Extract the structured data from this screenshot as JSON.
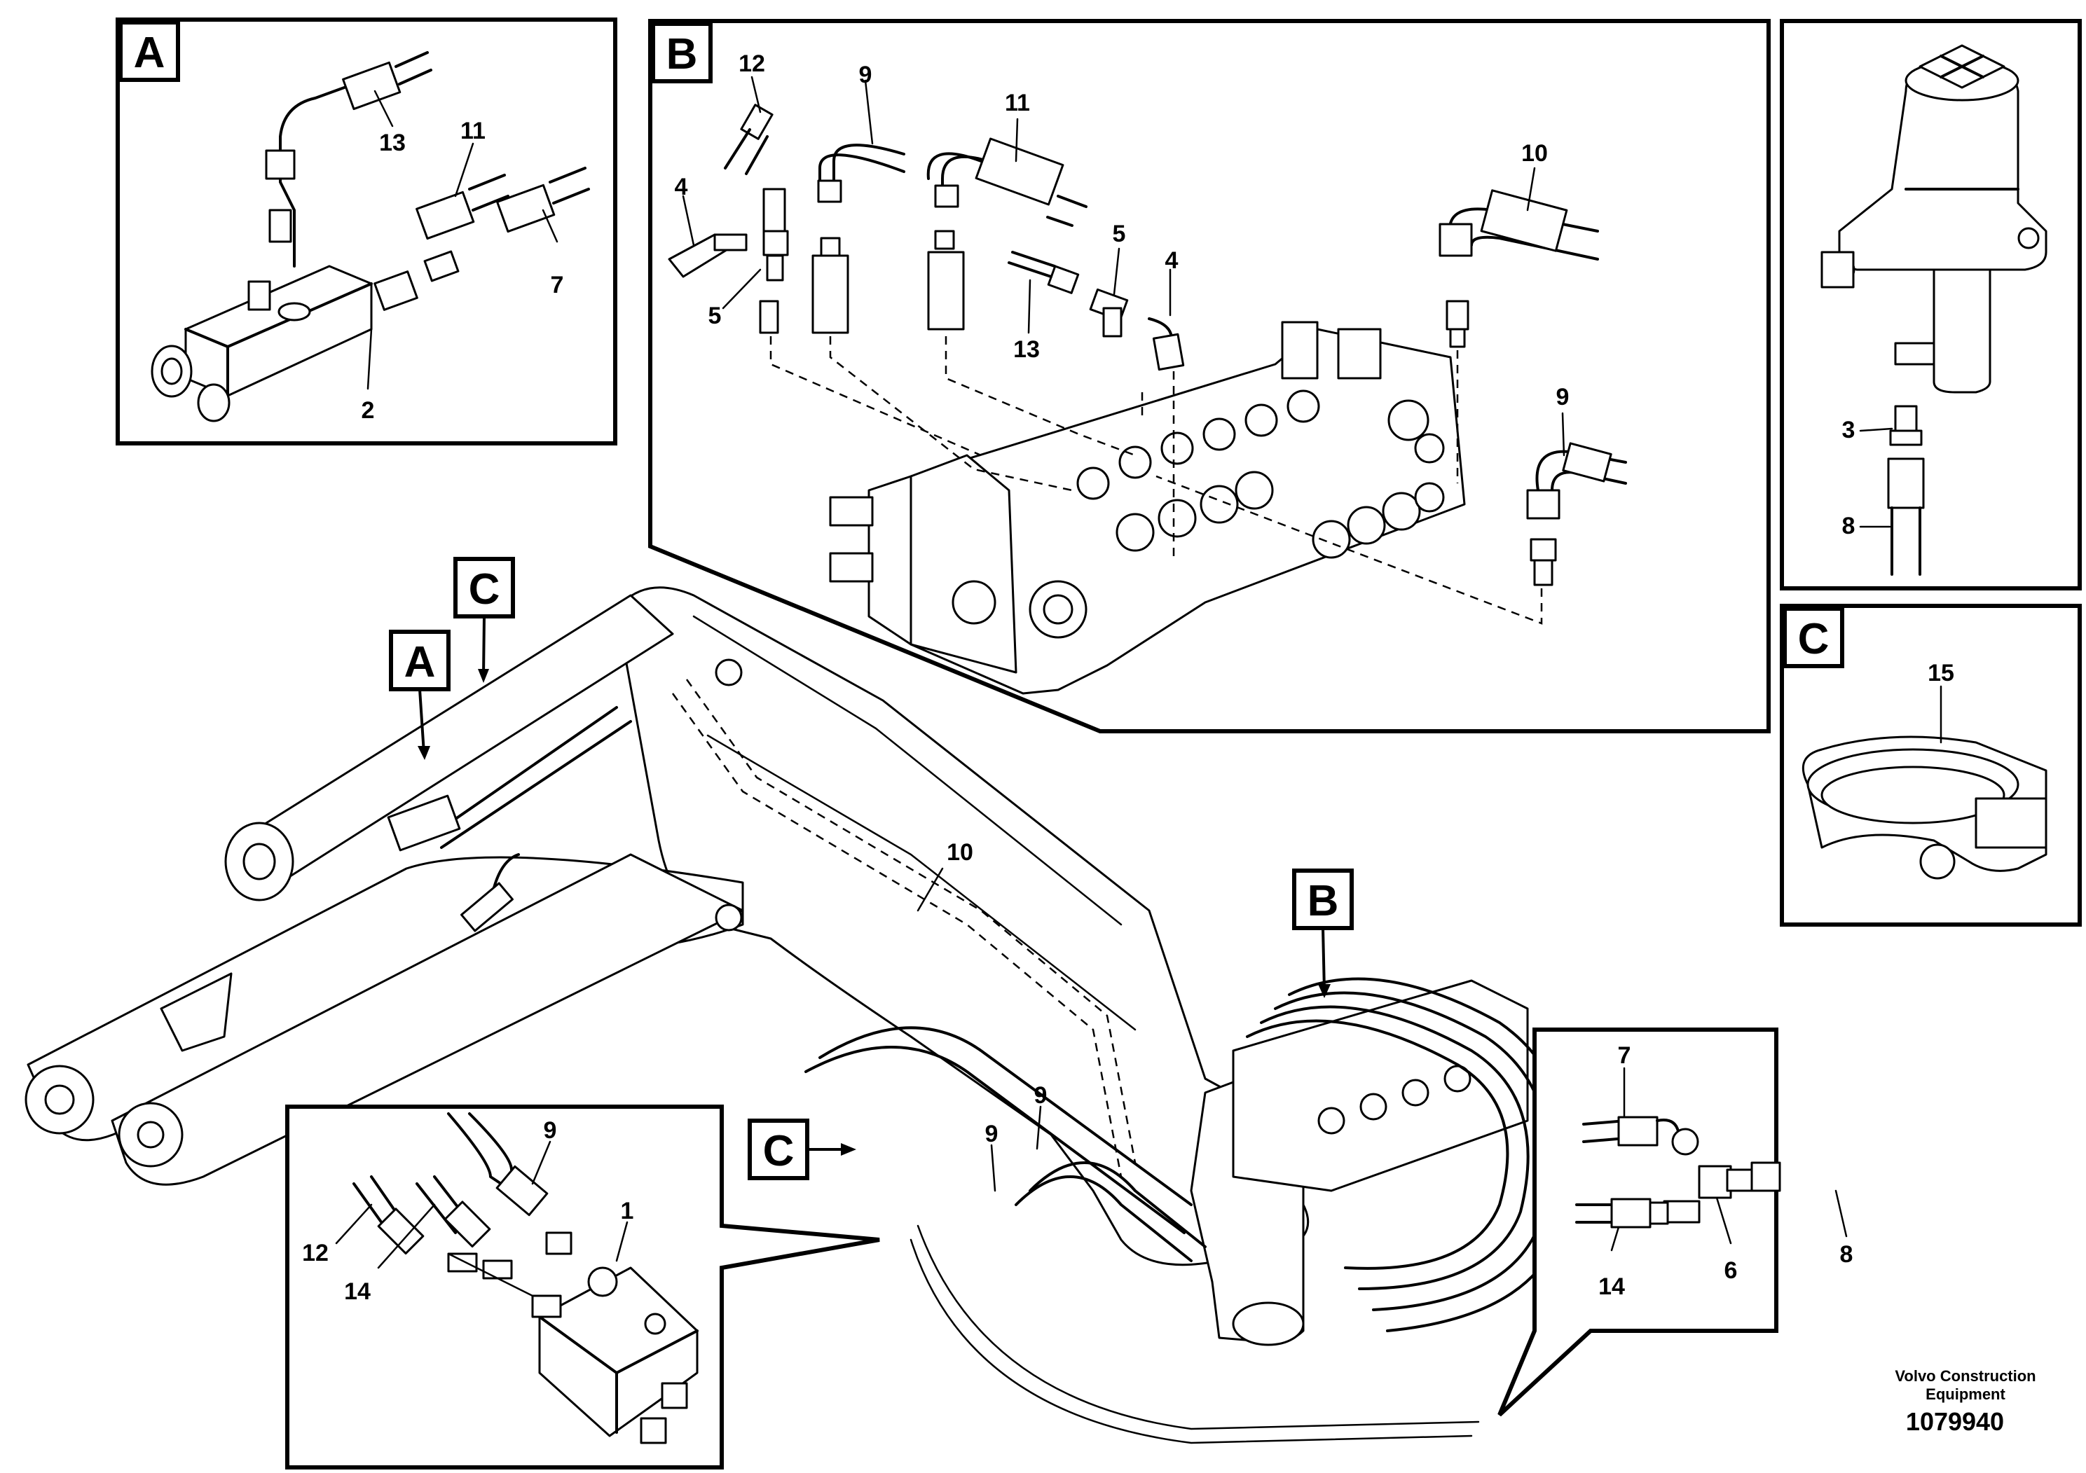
{
  "detail_letters": {
    "a": "A",
    "b": "B",
    "c": "C"
  },
  "callouts": {
    "a_13": "13",
    "a_11": "11",
    "a_7": "7",
    "a_2": "2",
    "b_12": "12",
    "b_9": "9",
    "b_11": "11",
    "b_10": "10",
    "b_4": "4",
    "b_5": "5",
    "b_4b": "4",
    "b_5b": "5",
    "b_13": "13",
    "b_9b": "9",
    "c_3": "3",
    "c_8": "8",
    "c_15": "15",
    "main_10": "10",
    "main_9a": "9",
    "main_9b": "9",
    "bl_9": "9",
    "bl_1": "1",
    "bl_12": "12",
    "bl_14": "14",
    "br_7": "7",
    "br_14": "14",
    "br_6": "6",
    "br_8": "8"
  },
  "footer": {
    "company_line1": "Volvo Construction",
    "company_line2": "Equipment",
    "drawing_number": "1079940"
  }
}
